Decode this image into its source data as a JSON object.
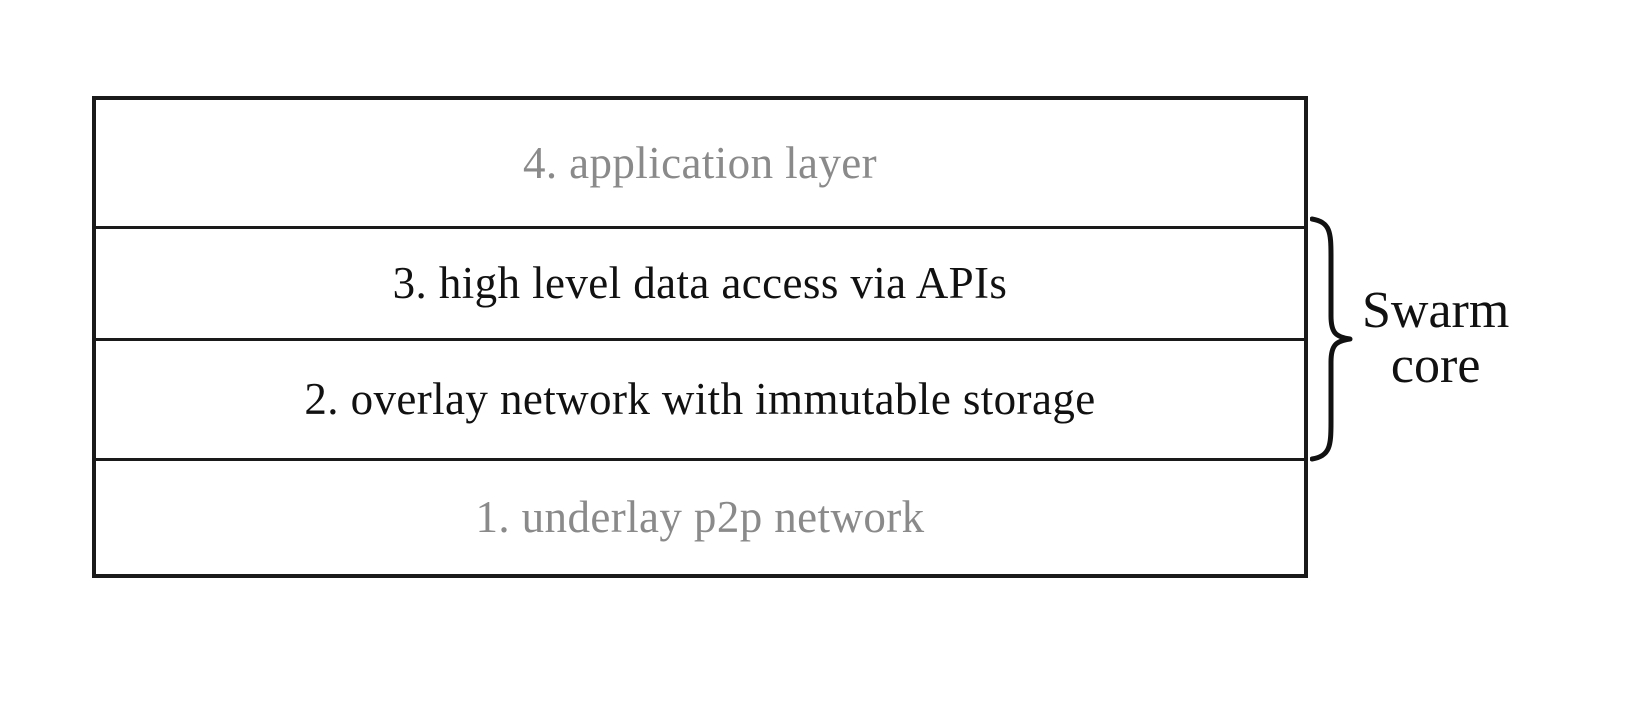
{
  "diagram": {
    "title": "Swarm layer stack",
    "colors": {
      "border": "#1a1a1a",
      "text_active": "#111111",
      "text_muted": "#8a8a8a",
      "background": "#ffffff"
    },
    "layers": [
      {
        "number": "4",
        "label": "4. application layer",
        "emphasis": "muted"
      },
      {
        "number": "3",
        "label": "3. high level data access via APIs",
        "emphasis": "active"
      },
      {
        "number": "2",
        "label": "2. overlay network with immutable storage",
        "emphasis": "active"
      },
      {
        "number": "1",
        "label": "1. underlay p2p network",
        "emphasis": "muted"
      }
    ],
    "group_annotation": {
      "icon": "curly-brace-right",
      "line1": "Swarm",
      "line2": "core",
      "covers_layers": [
        "3",
        "2"
      ]
    }
  }
}
